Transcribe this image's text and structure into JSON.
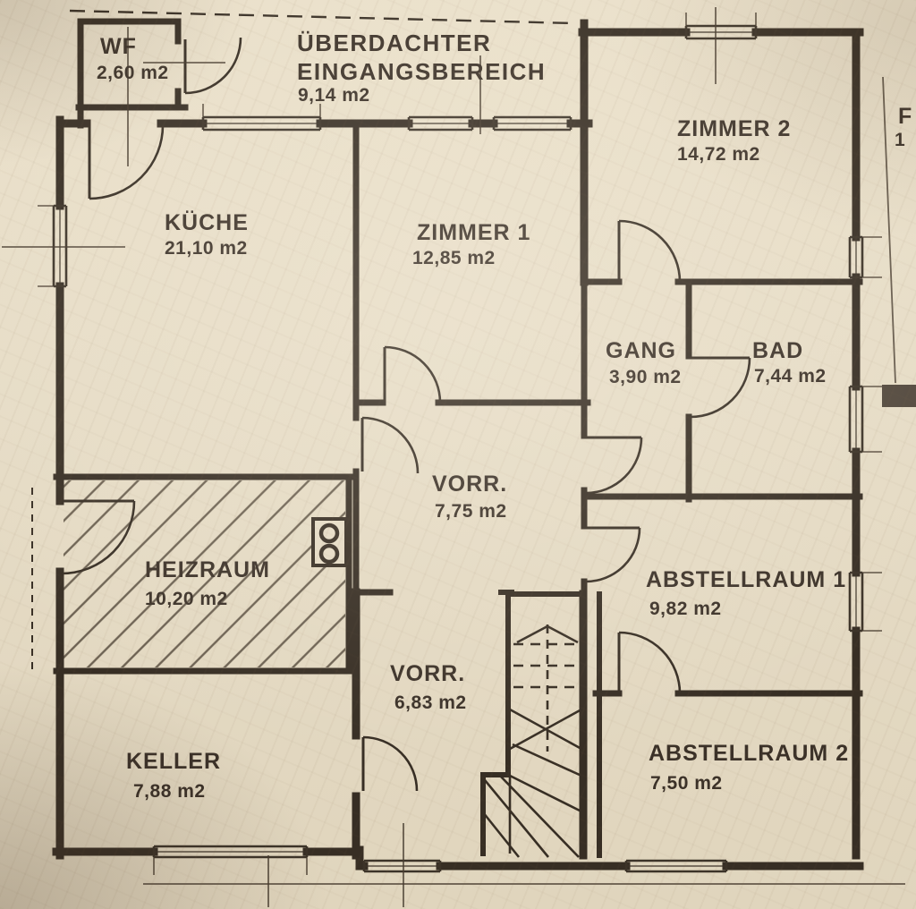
{
  "plan": {
    "type": "floor-plan-scan",
    "rooms": [
      {
        "key": "wf",
        "name": "WF",
        "area": "2,60 m2"
      },
      {
        "key": "eingangsbereich",
        "name_line1": "ÜBERDACHTER",
        "name_line2": "EINGANGSBEREICH",
        "area": "9,14 m2"
      },
      {
        "key": "zimmer2",
        "name": "ZIMMER 2",
        "area": "14,72 m2"
      },
      {
        "key": "kueche",
        "name": "KÜCHE",
        "area": "21,10 m2"
      },
      {
        "key": "zimmer1",
        "name": "ZIMMER 1",
        "area": "12,85 m2"
      },
      {
        "key": "gang",
        "name": "GANG",
        "area": "3,90 m2"
      },
      {
        "key": "bad",
        "name": "BAD",
        "area": "7,44 m2"
      },
      {
        "key": "vorraum_mitte",
        "name": "VORR.",
        "area": "7,75 m2"
      },
      {
        "key": "heizraum",
        "name": "HEIZRAUM",
        "area": "10,20 m2"
      },
      {
        "key": "abstellraum1",
        "name": "ABSTELLRAUM 1",
        "area": "9,82 m2"
      },
      {
        "key": "vorraum_unten",
        "name": "VORR.",
        "area": "6,83 m2"
      },
      {
        "key": "keller",
        "name": "KELLER",
        "area": "7,88 m2"
      },
      {
        "key": "abstellraum2",
        "name": "ABSTELLRAUM 2",
        "area": "7,50 m2"
      }
    ],
    "neighbor_cutoff": {
      "line1": "F",
      "line2": "1"
    },
    "colors": {
      "paper": "#e6dcc6",
      "ink": "#372e24"
    }
  }
}
